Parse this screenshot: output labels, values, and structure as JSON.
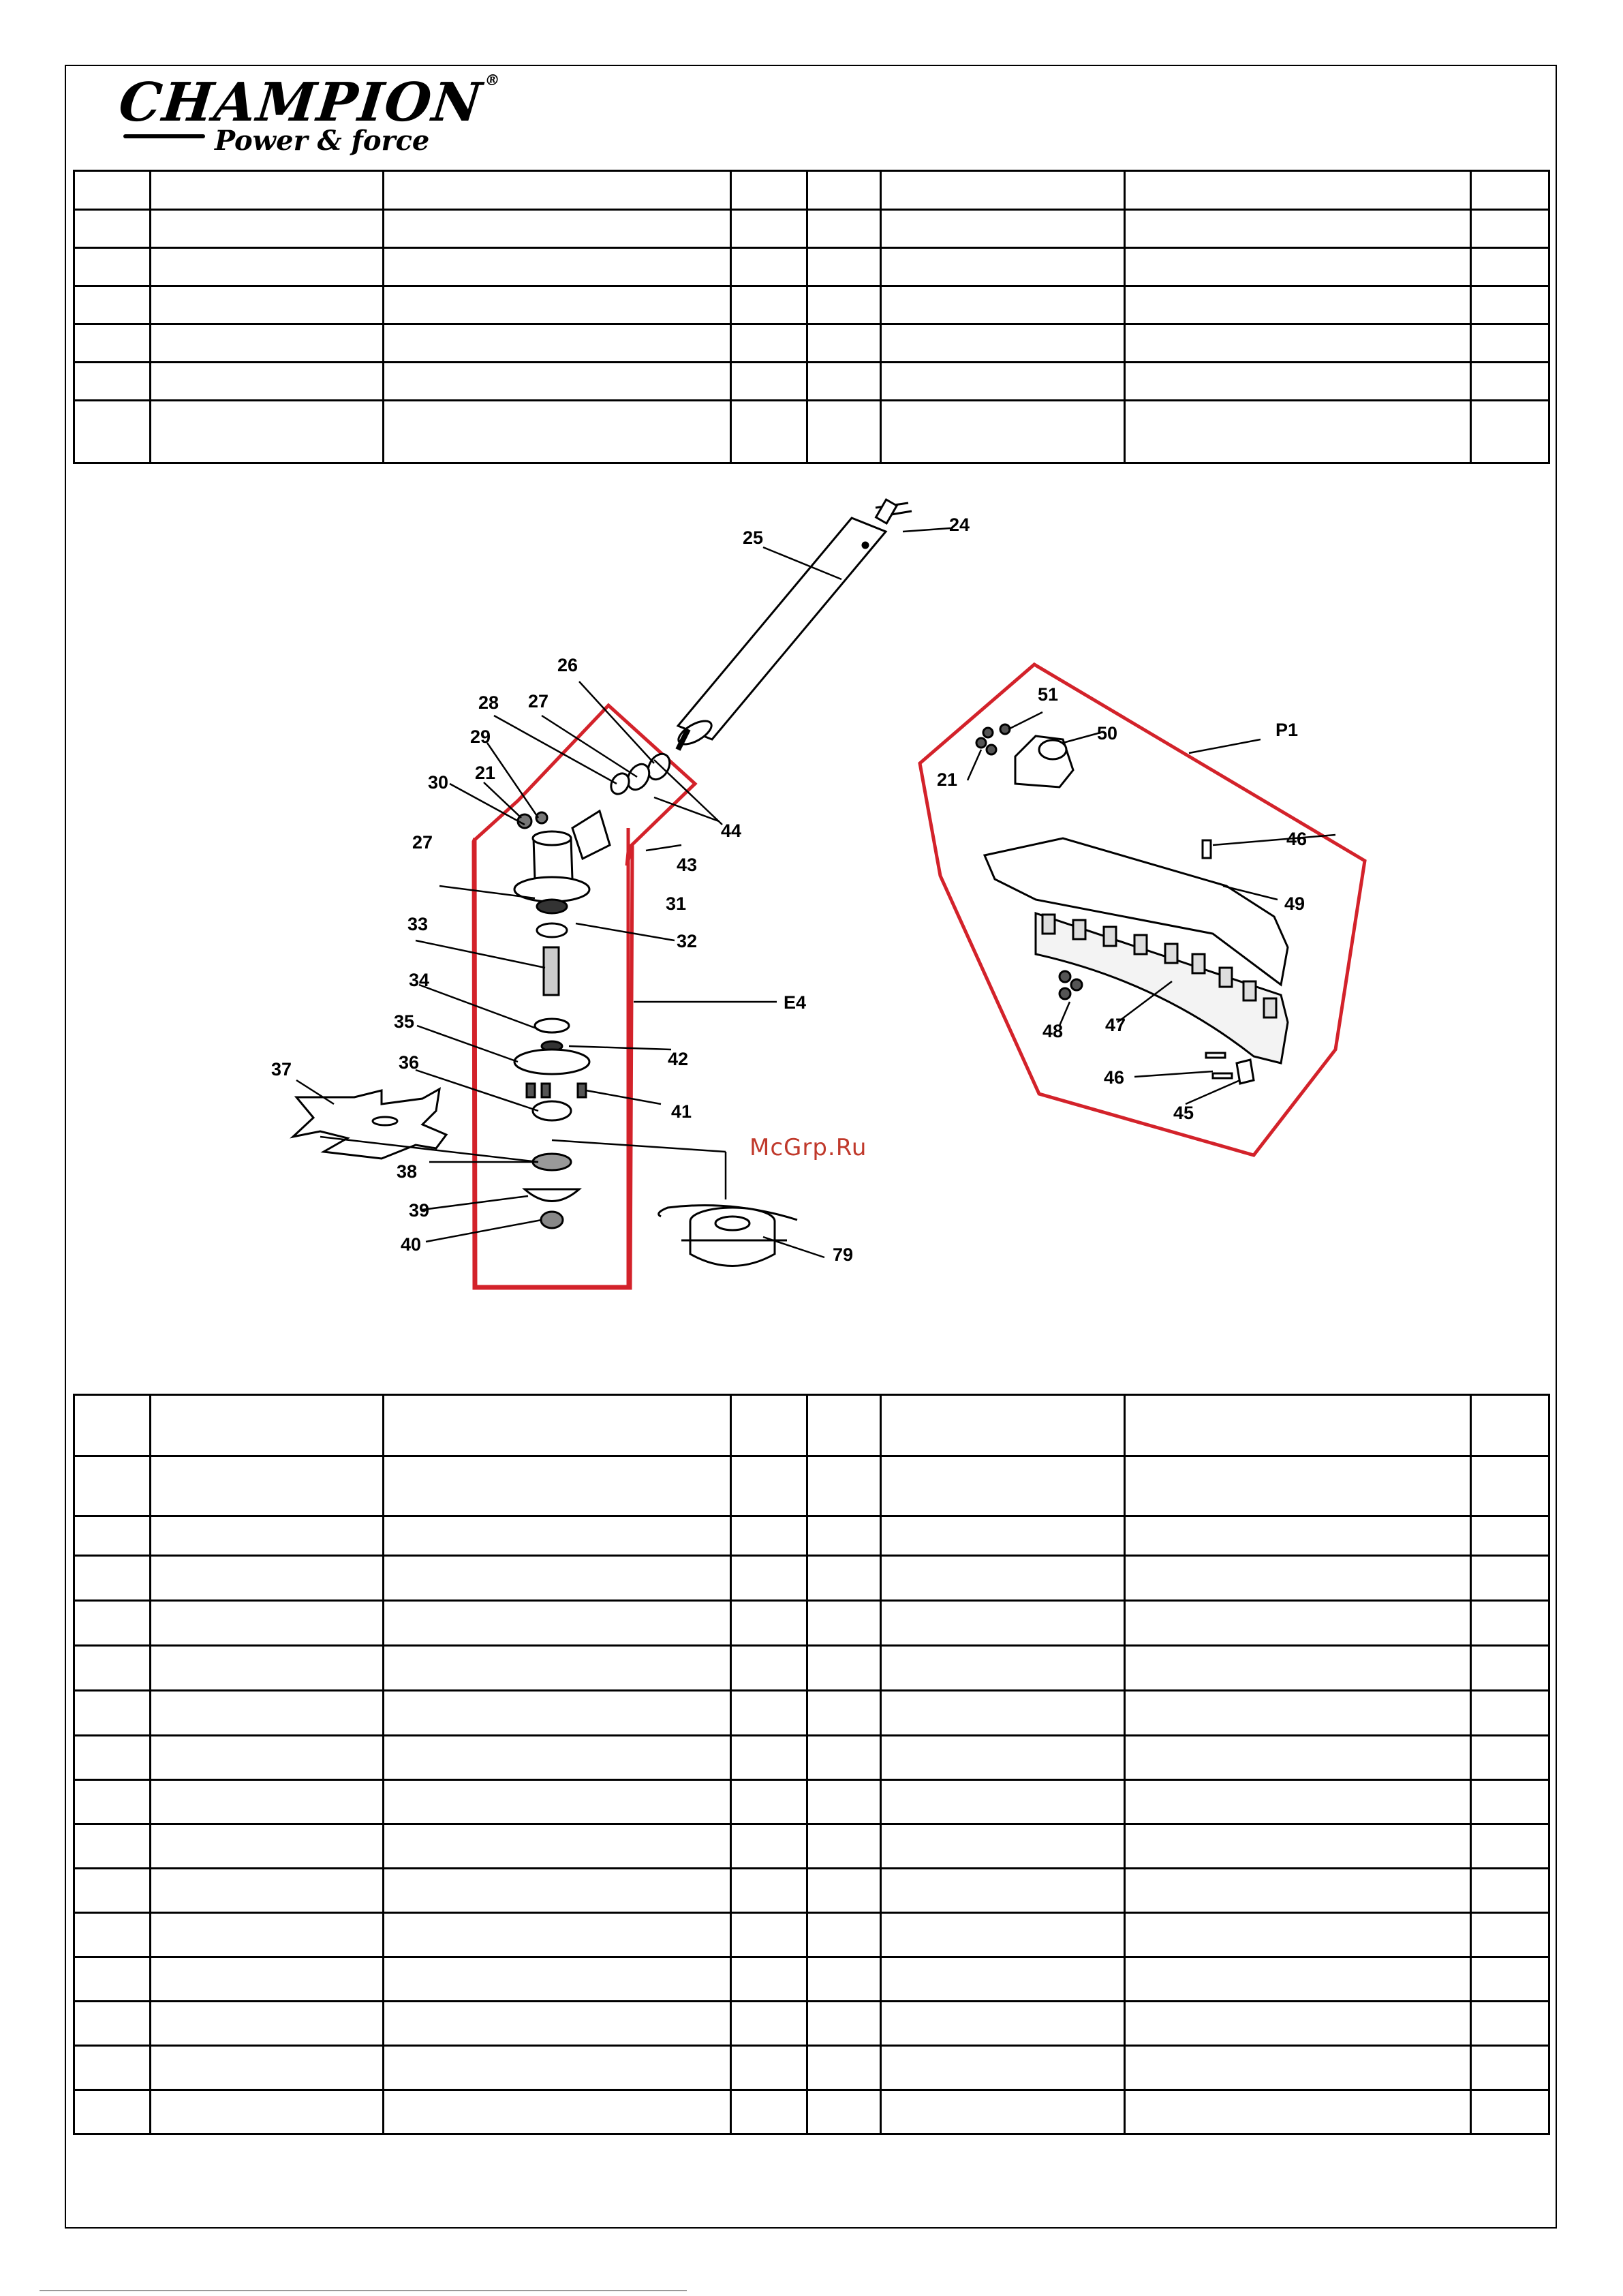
{
  "header": {
    "brand": "CHAMPION",
    "brand_mark": "®",
    "tagline": "Power & force"
  },
  "watermark": "McGrp.Ru",
  "diagram": {
    "group_labels": {
      "e4": "E4",
      "p1": "P1"
    },
    "callouts": {
      "c24": "24",
      "c25": "25",
      "c26": "26",
      "c27a": "27",
      "c27b": "27",
      "c28": "28",
      "c29": "29",
      "c30": "30",
      "c21a": "21",
      "c21b": "21",
      "c31": "31",
      "c32": "32",
      "c33": "33",
      "c34": "34",
      "c35": "35",
      "c36": "36",
      "c37": "37",
      "c38": "38",
      "c39": "39",
      "c40": "40",
      "c41": "41",
      "c42": "42",
      "c43": "43",
      "c44": "44",
      "c45": "45",
      "c46a": "46",
      "c46b": "46",
      "c47": "47",
      "c48": "48",
      "c49": "49",
      "c50": "50",
      "c51": "51",
      "c79": "79"
    }
  },
  "colors": {
    "outline_red": "#d3222a",
    "ink": "#000000",
    "watermark": "#c0392b"
  }
}
